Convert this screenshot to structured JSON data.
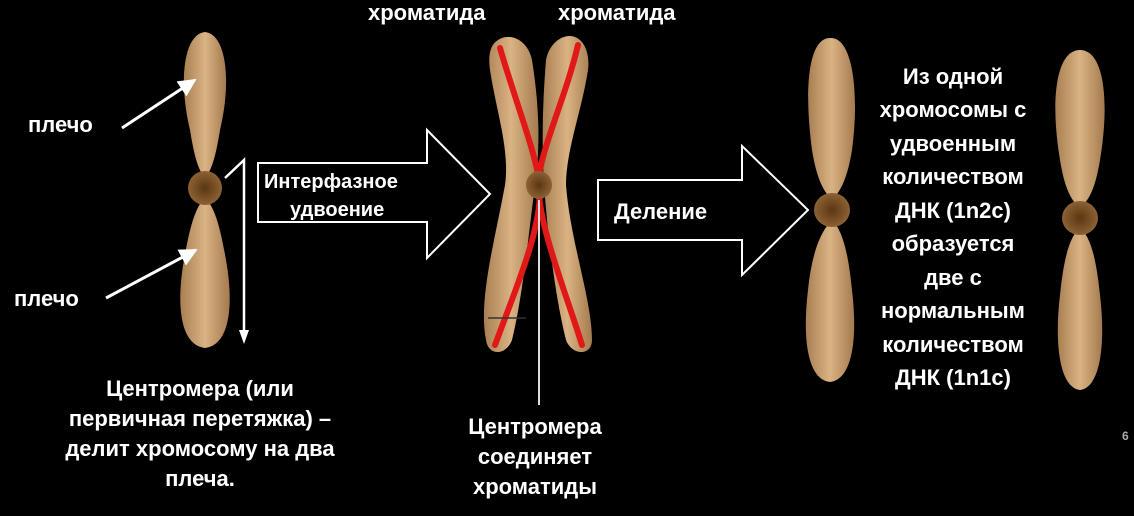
{
  "labels": {
    "chromatid_left": "хроматида",
    "chromatid_right": "хроматида",
    "arm_top": "плечо",
    "arm_bottom": "плечо",
    "interphase_line1": "Интерфазное",
    "interphase_line2": "удвоение",
    "division": "Деление",
    "centromere_left_lines": [
      "Центромера (или",
      "первичная перетяжка) –",
      "делит хромосому на два",
      "плеча."
    ],
    "centromere_middle_lines": [
      "Центромера",
      "соединяет",
      "хроматиды"
    ],
    "right_text_lines": [
      "Из одной",
      "хромосомы с",
      "удвоенным",
      "количеством",
      "ДНК (1n2c)",
      "образуется",
      "две с",
      "нормальным",
      "количеством",
      "ДНК (1n1c)"
    ],
    "page_number": "6"
  },
  "colors": {
    "background": "#000000",
    "chromosome": "#C89C6A",
    "centromere": "#6B4520",
    "chromatid_line": "#E01818",
    "arrow_stroke": "#FFFFFF"
  }
}
